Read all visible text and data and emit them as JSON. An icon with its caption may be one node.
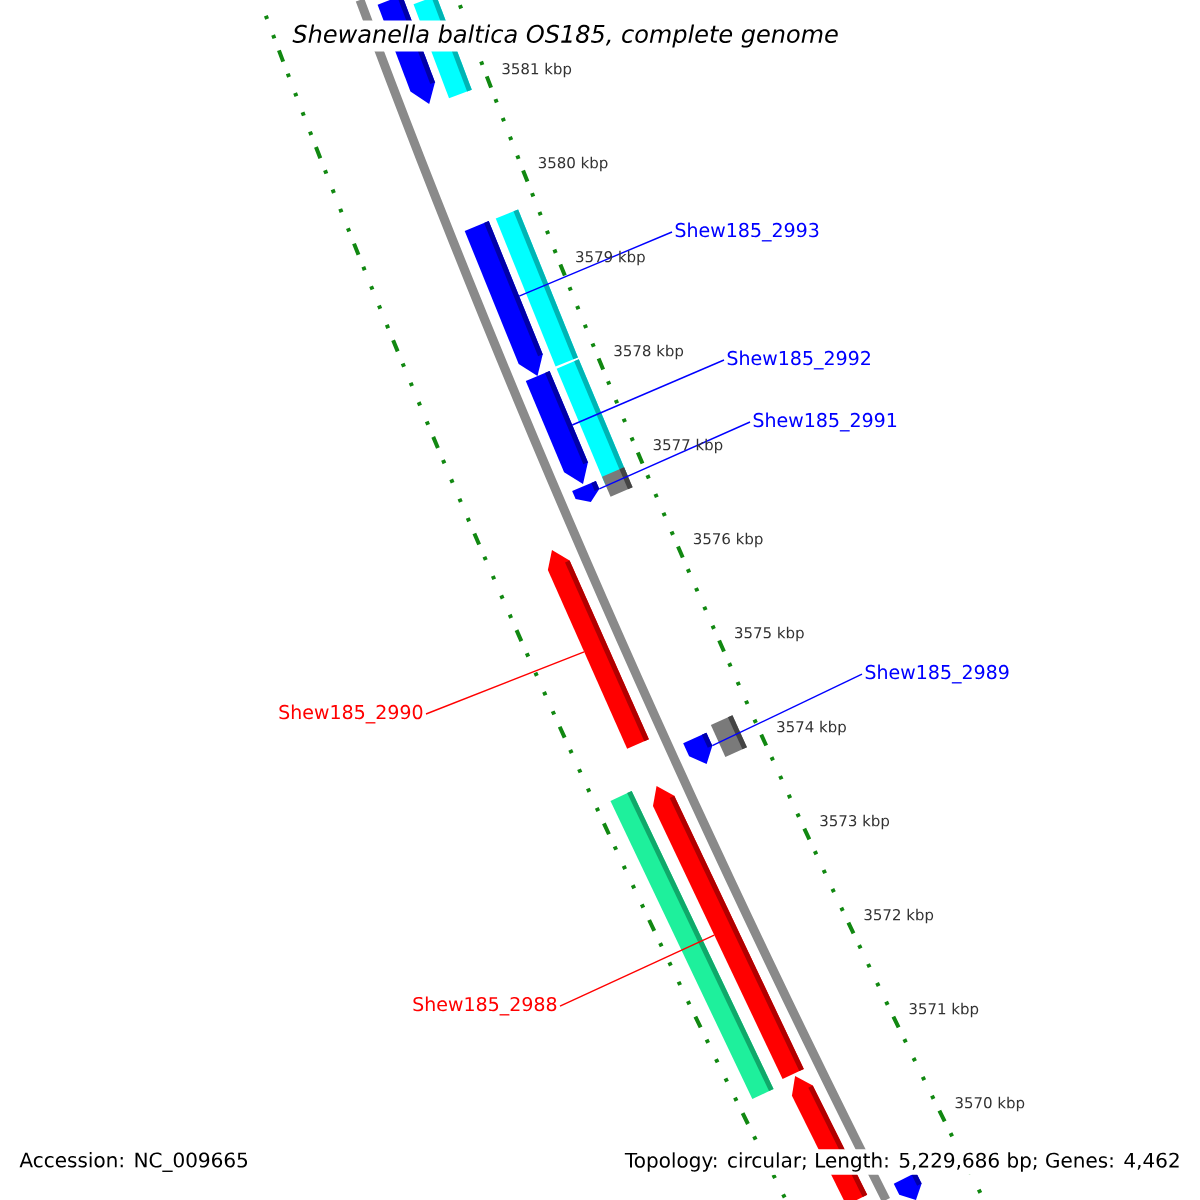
{
  "diagram": {
    "title": "Shewanella baltica OS185, complete genome",
    "nodes": [
      {
        "text": [
          "Shew185_2993"
        ]
      },
      {
        "text": [],
        "shape": "arrow"
      },
      {
        "text": [
          "Shew185_2992"
        ]
      },
      {
        "text": [],
        "shape": "arrow"
      },
      {
        "text": [
          "Shew185_2991"
        ]
      },
      {
        "text": [],
        "shape": "arrow"
      },
      {
        "text": [
          "Shew185_2989"
        ]
      },
      {
        "text": [],
        "shape": "arrow"
      },
      {
        "text": [
          "Shew185_2990"
        ]
      },
      {
        "text": [],
        "shape": "arrow"
      },
      {
        "text": [
          "Shew185_2988"
        ]
      },
      {
        "text": [],
        "shape": "arrow"
      },
      {
        "text": [],
        "shape": "arrow"
      },
      {
        "text": [],
        "shape": "bar"
      },
      {
        "text": [],
        "shape": "bar"
      },
      {
        "text": [],
        "shape": "bar"
      },
      {
        "text": [],
        "shape": "box"
      },
      {
        "text": [],
        "shape": "box"
      },
      {
        "text": [],
        "shape": "bar"
      },
      {
        "text": [],
        "shape": "arrow"
      },
      {
        "text": [],
        "shape": "arrow"
      }
    ],
    "edges": [
      {
        "from": 0,
        "to": 1,
        "arrow": "none"
      },
      {
        "from": 2,
        "to": 3,
        "arrow": "none"
      },
      {
        "from": 4,
        "to": 5,
        "arrow": "none"
      },
      {
        "from": 6,
        "to": 7,
        "arrow": "none"
      },
      {
        "from": 8,
        "to": 9,
        "arrow": "none",
        "color": "#ff0000"
      },
      {
        "from": 10,
        "to": 11,
        "arrow": "none",
        "color": "#ff0000"
      }
    ],
    "labels": [
      "3581 kbp",
      "3580 kbp",
      "3579 kbp",
      "3578 kbp",
      "3577 kbp",
      "3576 kbp",
      "3575 kbp",
      "3574 kbp",
      "3573 kbp",
      "3572 kbp",
      "3571 kbp",
      "3570 kbp",
      "Accession: NC_009665",
      "Topology: circular; Length: 5,229,686 bp; Genes: 4,462"
    ]
  }
}
